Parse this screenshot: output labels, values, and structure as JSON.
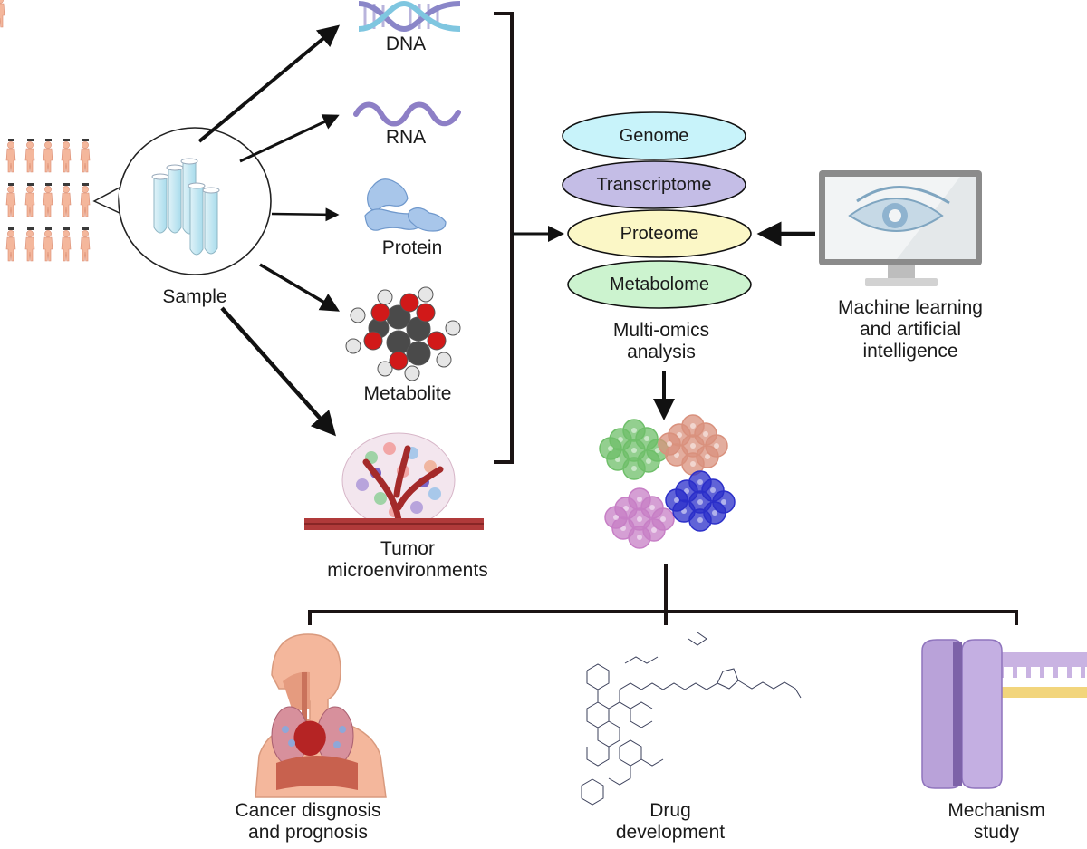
{
  "sample": {
    "label": "Sample"
  },
  "omics_inputs": [
    {
      "label": "DNA",
      "icon": "dna-helix-icon"
    },
    {
      "label": "RNA",
      "icon": "rna-strand-icon"
    },
    {
      "label": "Protein",
      "icon": "protein-structure-icon"
    },
    {
      "label": "Metabolite",
      "icon": "molecule-icon"
    },
    {
      "label": "Tumor\nmicroenvironments",
      "line1": "Tumor",
      "line2": "microenvironments",
      "icon": "tumor-microenvironment-icon"
    }
  ],
  "omics_layers": [
    {
      "label": "Genome",
      "color": "#c8f3fa"
    },
    {
      "label": "Transcriptome",
      "color": "#c4bde6"
    },
    {
      "label": "Proteome",
      "color": "#fbf7c6"
    },
    {
      "label": "Metabolome",
      "color": "#ccf3cf"
    }
  ],
  "multiomics": {
    "line1": "Multi-omics",
    "line2": "analysis"
  },
  "ml": {
    "line1": "Machine learning",
    "line2": "and artificial",
    "line3": "intelligence"
  },
  "outcomes": [
    {
      "line1": "Cancer disgnosis",
      "line2": "and prognosis",
      "icon": "human-anatomy-icon"
    },
    {
      "line1": "Drug",
      "line2": "development",
      "icon": "chemical-structure-icon"
    },
    {
      "line1": "Mechanism",
      "line2": "study",
      "icon": "membrane-channel-icon"
    }
  ],
  "colors": {
    "arrow": "#111111",
    "skin": "#f4b79c",
    "cluster_green": "#6fbf6a",
    "cluster_salmon": "#d9917d",
    "cluster_violet": "#c77fc6",
    "cluster_blue": "#2b2fc9"
  }
}
